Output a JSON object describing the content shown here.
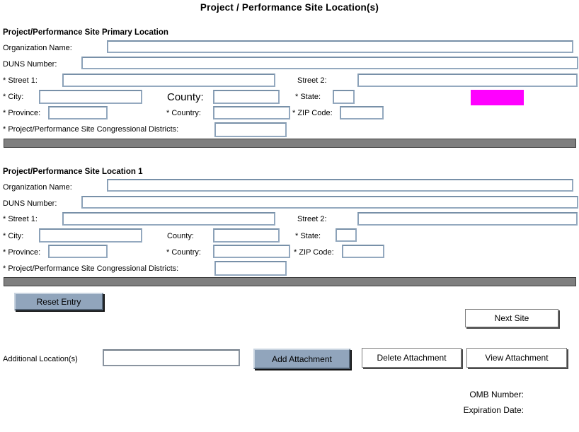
{
  "title": "Project / Performance Site Location(s)",
  "colors": {
    "input_border": "#94a9bf",
    "divider_bar": "#7f7f7f",
    "button_blue_face": "#91a5bc",
    "button_white_face": "#ffffff",
    "highlight": "#ff00ff"
  },
  "sections": [
    {
      "header": "Project/Performance Site Primary Location",
      "labels": {
        "org": "Organization Name:",
        "duns": "DUNS Number:",
        "street1": "* Street 1:",
        "street2": "Street 2:",
        "city": "* City:",
        "county": "County:",
        "state": "* State:",
        "province": "* Province:",
        "country": "* Country:",
        "zip": "* ZIP Code:",
        "districts": "* Project/Performance Site Congressional Districts:"
      },
      "values": {
        "org": "",
        "duns": "",
        "street1": "",
        "street2": "",
        "city": "",
        "county": "",
        "state": "",
        "province": "",
        "country": "",
        "zip": "",
        "districts": ""
      }
    },
    {
      "header": "Project/Performance Site Location 1",
      "labels": {
        "org": "Organization Name:",
        "duns": "DUNS Number:",
        "street1": "* Street 1:",
        "street2": "Street 2:",
        "city": "* City:",
        "county": "County:",
        "state": "* State:",
        "province": "* Province:",
        "country": "* Country:",
        "zip": "* ZIP Code:",
        "districts": "* Project/Performance Site Congressional Districts:"
      },
      "values": {
        "org": "",
        "duns": "",
        "street1": "",
        "street2": "",
        "city": "",
        "county": "",
        "state": "",
        "province": "",
        "country": "",
        "zip": "",
        "districts": ""
      }
    }
  ],
  "buttons": {
    "reset": "Reset Entry",
    "next_site": "Next Site",
    "add_attachment": "Add Attachment",
    "delete_attachment": "Delete Attachment",
    "view_attachment": "View Attachment"
  },
  "footer": {
    "additional_label": "Additional Location(s)",
    "additional_value": "",
    "omb_number": "OMB Number:",
    "expiration_date": "Expiration Date:"
  }
}
